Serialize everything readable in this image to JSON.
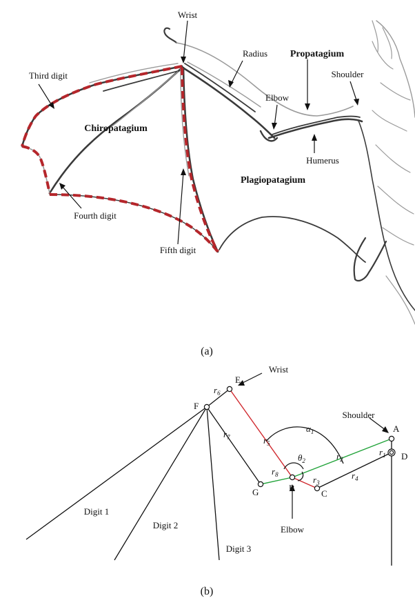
{
  "panel_a": {
    "caption": "(a)",
    "labels": {
      "wrist": "Wrist",
      "radius": "Radius",
      "propatagium": "Propatagium",
      "shoulder": "Shoulder",
      "third_digit": "Third digit",
      "elbow": "Elbow",
      "chiropatagium": "Chiropatagium",
      "humerus": "Humerus",
      "plagiopatagium": "Plagiopatagium",
      "fourth_digit": "Fourth digit",
      "fifth_digit": "Fifth digit"
    }
  },
  "panel_b": {
    "caption": "(b)",
    "labels": {
      "wrist": "Wrist",
      "shoulder": "Shoulder",
      "elbow": "Elbow",
      "digit1": "Digit 1",
      "digit2": "Digit 2",
      "digit3": "Digit 3"
    },
    "points": {
      "A": "A",
      "B": "B",
      "C": "C",
      "D": "D",
      "E": "E",
      "F": "F",
      "G": "G"
    },
    "links": {
      "r1": "1",
      "r2": "2",
      "r3": "3",
      "r4": "4",
      "r5": "5",
      "r6": "6",
      "r7": "7",
      "r8": "8"
    },
    "angles": {
      "alpha": "α",
      "alpha_sub": "1",
      "theta": "θ",
      "theta_sub": "2"
    },
    "link_symbol": "r",
    "colors": {
      "red_link": "#d0282e",
      "green_link": "#22a33a",
      "dashed_outline": "#b5262b"
    }
  }
}
